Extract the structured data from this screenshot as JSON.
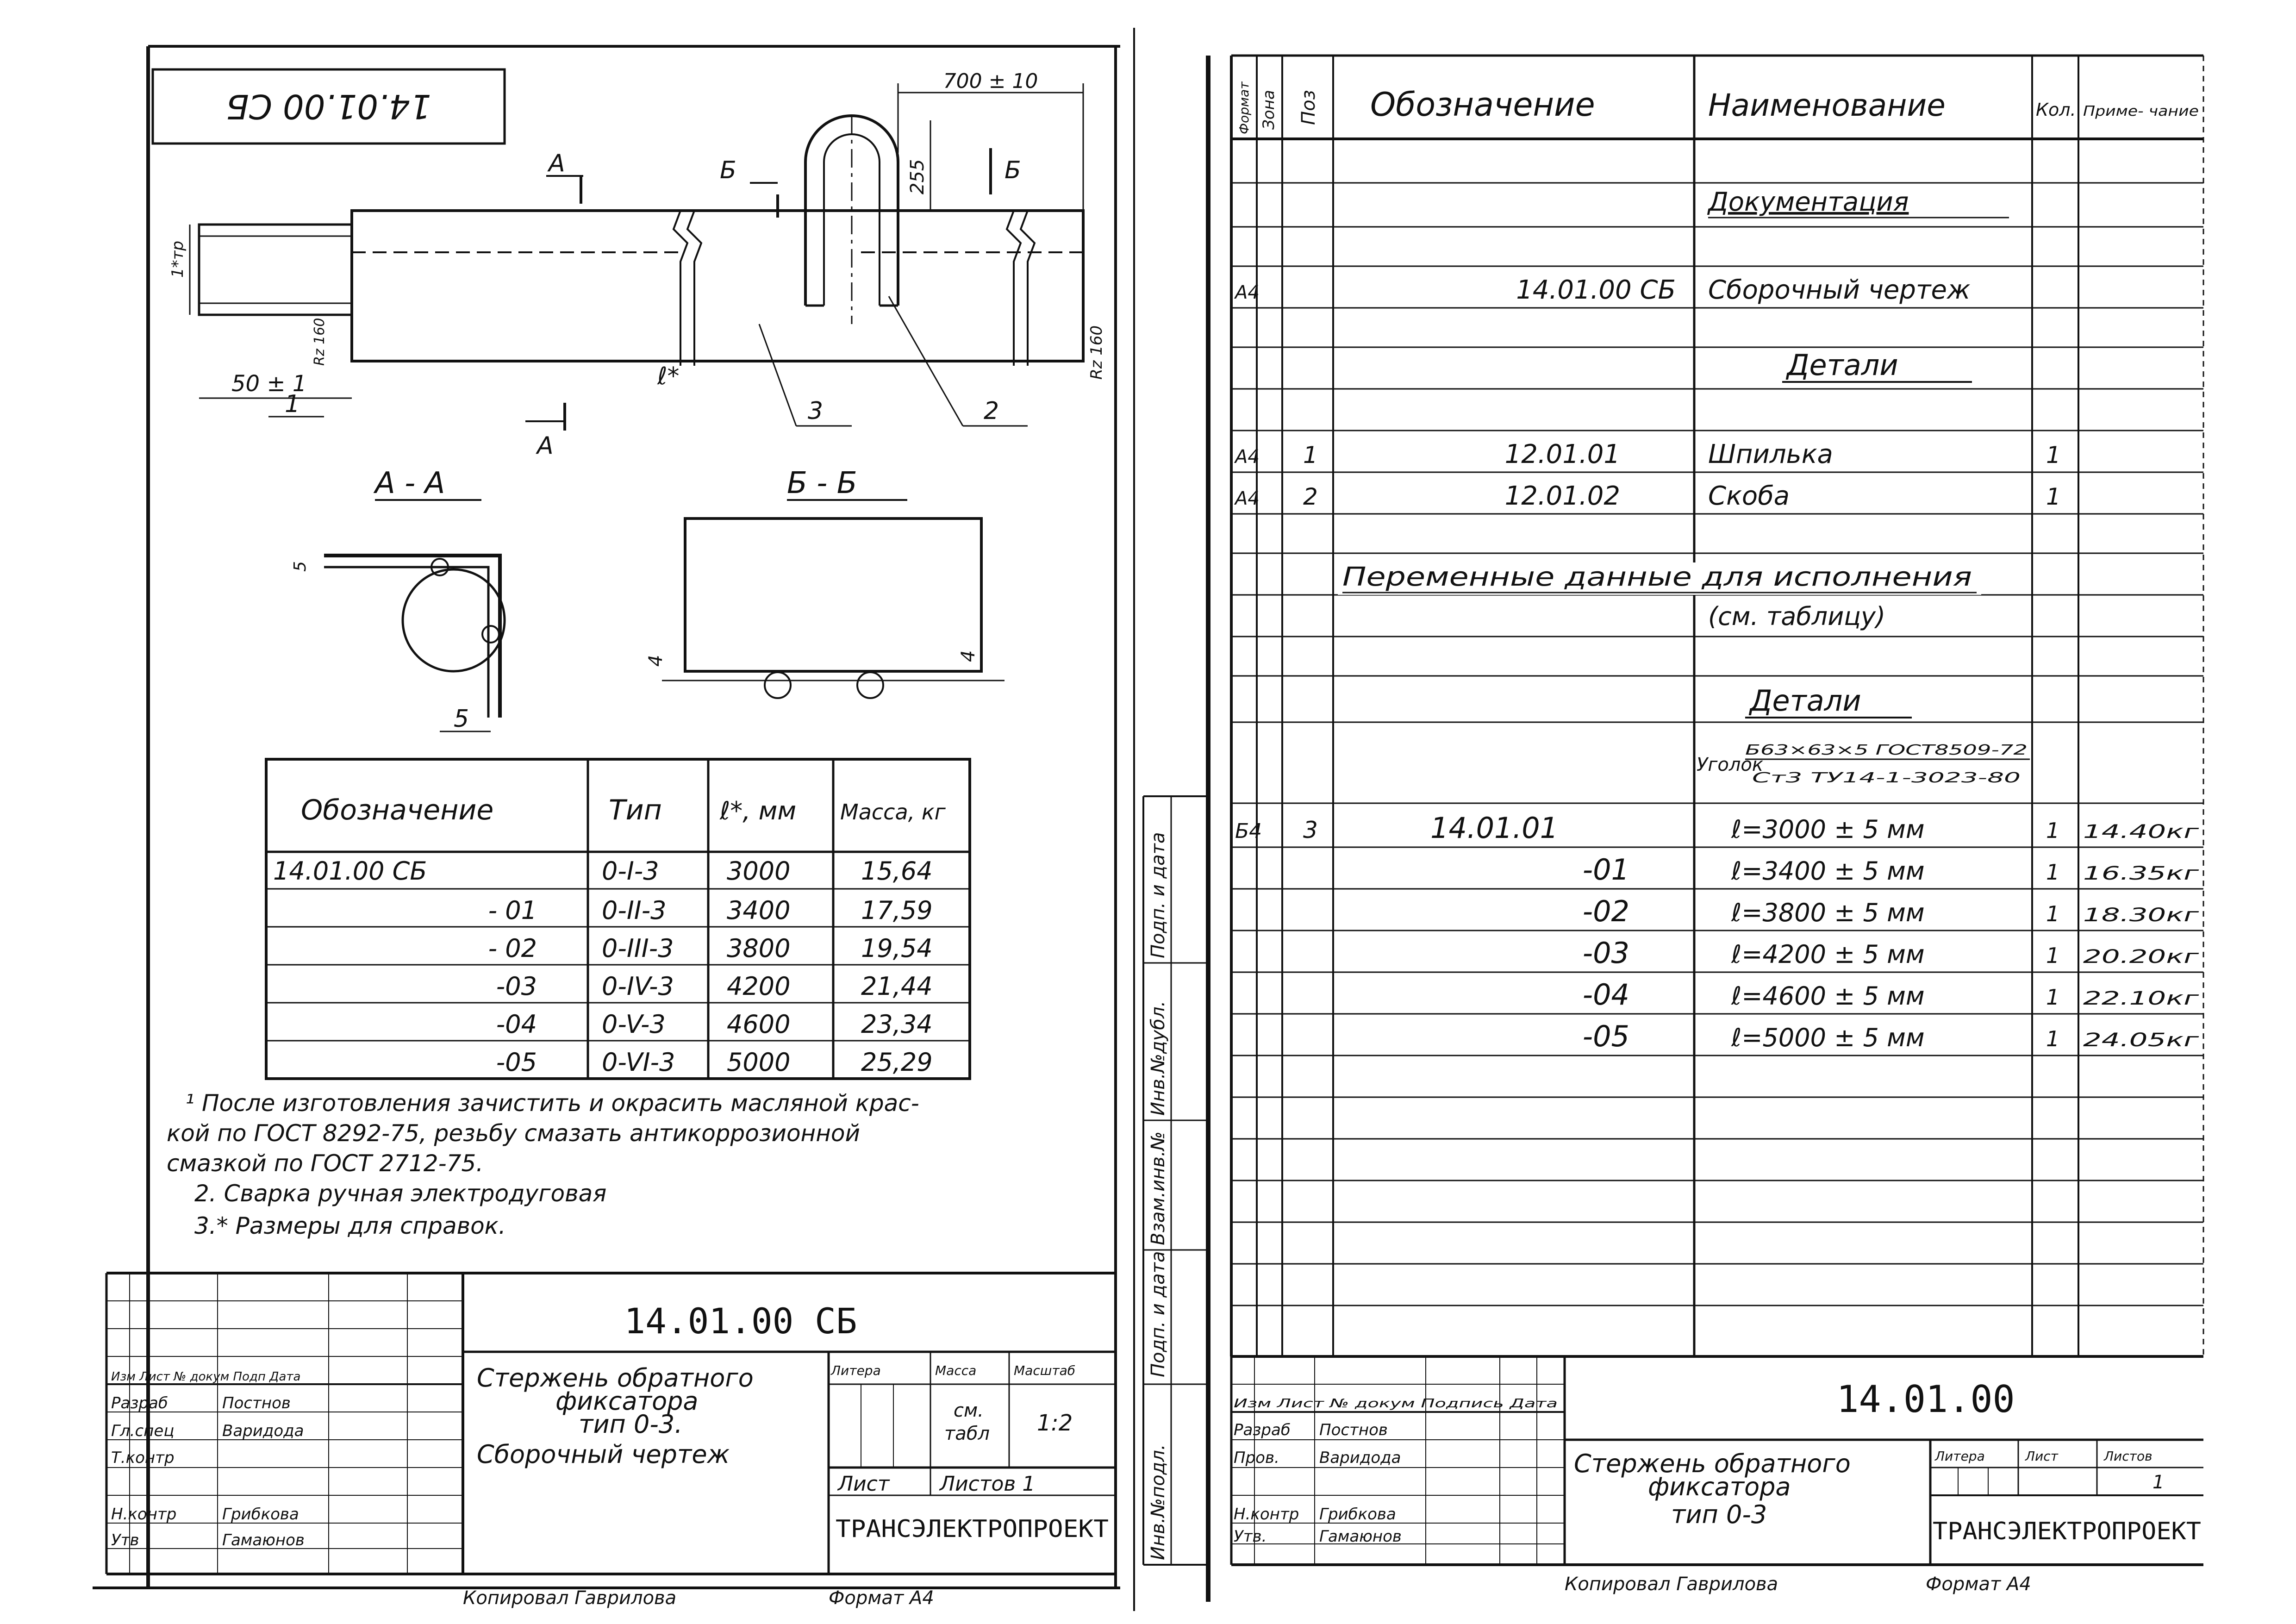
{
  "left_sheet": {
    "rotated_code": "14.01.00 СБ",
    "dims": {
      "d_700": "700 ± 10",
      "d_255": "255",
      "d_50": "50 ± 1",
      "d_l": "ℓ*",
      "d_rz_a": "Rz 160",
      "d_rz_b": "Rz 160",
      "d_m": "1*тр"
    },
    "letters": {
      "A1": "А",
      "A2": "А",
      "B1": "Б",
      "B2": "Б"
    },
    "callouts": {
      "c1": "1",
      "c2": "2",
      "c3": "3"
    },
    "sections": {
      "aa_title": "А - А",
      "bb_title": "Б - Б",
      "aa_dim_top": "5",
      "aa_dim_bottom": "5",
      "bb_dim_left": "4",
      "bb_dim_right": "4"
    },
    "table": {
      "headers": [
        "Обозначение",
        "Тип",
        "ℓ*, мм",
        "Масса, кг"
      ],
      "rows": [
        [
          "14.01.00 СБ",
          "0-I-3",
          "3000",
          "15,64"
        ],
        [
          "- 01",
          "0-II-3",
          "3400",
          "17,59"
        ],
        [
          "- 02",
          "0-III-3",
          "3800",
          "19,54"
        ],
        [
          "-03",
          "0-IV-3",
          "4200",
          "21,44"
        ],
        [
          "-04",
          "0-V-3",
          "4600",
          "23,34"
        ],
        [
          "-05",
          "0-VI-3",
          "5000",
          "25,29"
        ]
      ]
    },
    "notes": [
      "¹ После изготовления зачистить и окрасить масляной крас-",
      "кой по ГОСТ 8292-75, резьбу смазать антикоррозионной",
      "смазкой по ГОСТ 2712-75.",
      "2. Сварка ручная электродуговая",
      "3.* Размеры для справок."
    ],
    "title_block": {
      "code": "14.01.00 СБ",
      "name_1": "Стержень обратного",
      "name_2": "фиксатора",
      "name_3": "тип 0-3.",
      "name_4": "Сборочный чертеж",
      "col_litera": "Литера",
      "col_massa": "Масса",
      "col_masshtab": "Масштаб",
      "massa_val_1": "см.",
      "massa_val_2": "табл",
      "scale_val": "1:2",
      "list": "Лист",
      "listov": "Листов 1",
      "org": "ТРАНСЭЛЕКТРОПРОЕКТ",
      "r_hdr": "Изм Лист № докум Подп Дата",
      "r_razrab": "Разраб",
      "r_razrab_n": "Постнов",
      "r_prov": "Гл.спец",
      "r_prov_n": "Варидода",
      "r_tkontr": "Т.контр",
      "r_nkontr": "Н.контр",
      "r_nkontr_n": "Грибкова",
      "r_utv": "Утв",
      "r_utv_n": "Гамаюнов"
    },
    "footer_copied": "Копировал Гаврилова",
    "footer_format": "Формат А4"
  },
  "right_sheet": {
    "headers": {
      "format": "Формат",
      "zone": "Зона",
      "pos": "Поз",
      "designation": "Обозначение",
      "name": "Наименование",
      "qty": "Кол.",
      "note": "Приме- чание"
    },
    "rows": [
      {
        "format": "",
        "pos": "",
        "designation": "",
        "name": "Документация",
        "qty": "",
        "note": "",
        "underline": true
      },
      {
        "format": "А4",
        "pos": "",
        "designation": "14.01.00 СБ",
        "name": "Сборочный чертеж",
        "qty": "",
        "note": ""
      },
      {
        "format": "",
        "pos": "",
        "designation": "",
        "name": "Детали",
        "qty": "",
        "note": "",
        "underline": true
      },
      {
        "format": "А4",
        "pos": "1",
        "designation": "12.01.01",
        "name": "Шпилька",
        "qty": "1",
        "note": ""
      },
      {
        "format": "А4",
        "pos": "2",
        "designation": "12.01.02",
        "name": "Скоба",
        "qty": "1",
        "note": ""
      },
      {
        "format": "",
        "pos": "",
        "designation": "",
        "name": "",
        "qty": "",
        "note": ""
      }
    ],
    "variable_title": "Переменные данные для исполнения",
    "variable_sub": "(см. таблицу)",
    "details2_title": "Детали",
    "ugolok_1": "Уголок",
    "ugolok_2": "Б63×63×5 ГОСТ8509-72",
    "ugolok_3": "Ст3 ТУ14-1-3023-80",
    "detail_rows": [
      {
        "format": "Б4",
        "pos": "3",
        "designation": "14.01.01",
        "name": "ℓ=3000 ± 5 мм",
        "qty": "1",
        "note": "14.40кг"
      },
      {
        "format": "",
        "pos": "",
        "designation": "-01",
        "name": "ℓ=3400 ± 5 мм",
        "qty": "1",
        "note": "16.35кг"
      },
      {
        "format": "",
        "pos": "",
        "designation": "-02",
        "name": "ℓ=3800 ± 5 мм",
        "qty": "1",
        "note": "18.30кг"
      },
      {
        "format": "",
        "pos": "",
        "designation": "-03",
        "name": "ℓ=4200 ± 5 мм",
        "qty": "1",
        "note": "20.20кг"
      },
      {
        "format": "",
        "pos": "",
        "designation": "-04",
        "name": "ℓ=4600 ± 5 мм",
        "qty": "1",
        "note": "22.10кг"
      },
      {
        "format": "",
        "pos": "",
        "designation": "-05",
        "name": "ℓ=5000 ± 5 мм",
        "qty": "1",
        "note": "24.05кг"
      }
    ],
    "side_stamp": [
      "Инв.№подл.",
      "Подп. и дата",
      "Взам.инв.№",
      "Инв.№дубл.",
      "Подп. и дата"
    ],
    "title_block": {
      "code": "14.01.00",
      "name_1": "Стержень обратного",
      "name_2": "фиксатора",
      "name_3": "тип 0-3",
      "col_litera": "Литера",
      "col_list": "Лист",
      "col_listov": "Листов",
      "listov_val": "1",
      "org": "ТРАНСЭЛЕКТРОПРОЕКТ",
      "r_hdr": "Изм Лист № докум Подпись Дата",
      "r_razrab": "Разраб",
      "r_razrab_n": "Постнов",
      "r_prov": "Пров.",
      "r_prov_n": "Варидода",
      "r_nkontr": "Н.контр",
      "r_nkontr_n": "Грибкова",
      "r_utv": "Утв.",
      "r_utv_n": "Гамаюнов"
    },
    "footer_copied": "Копировал Гаврилова",
    "footer_format": "Формат А4"
  }
}
